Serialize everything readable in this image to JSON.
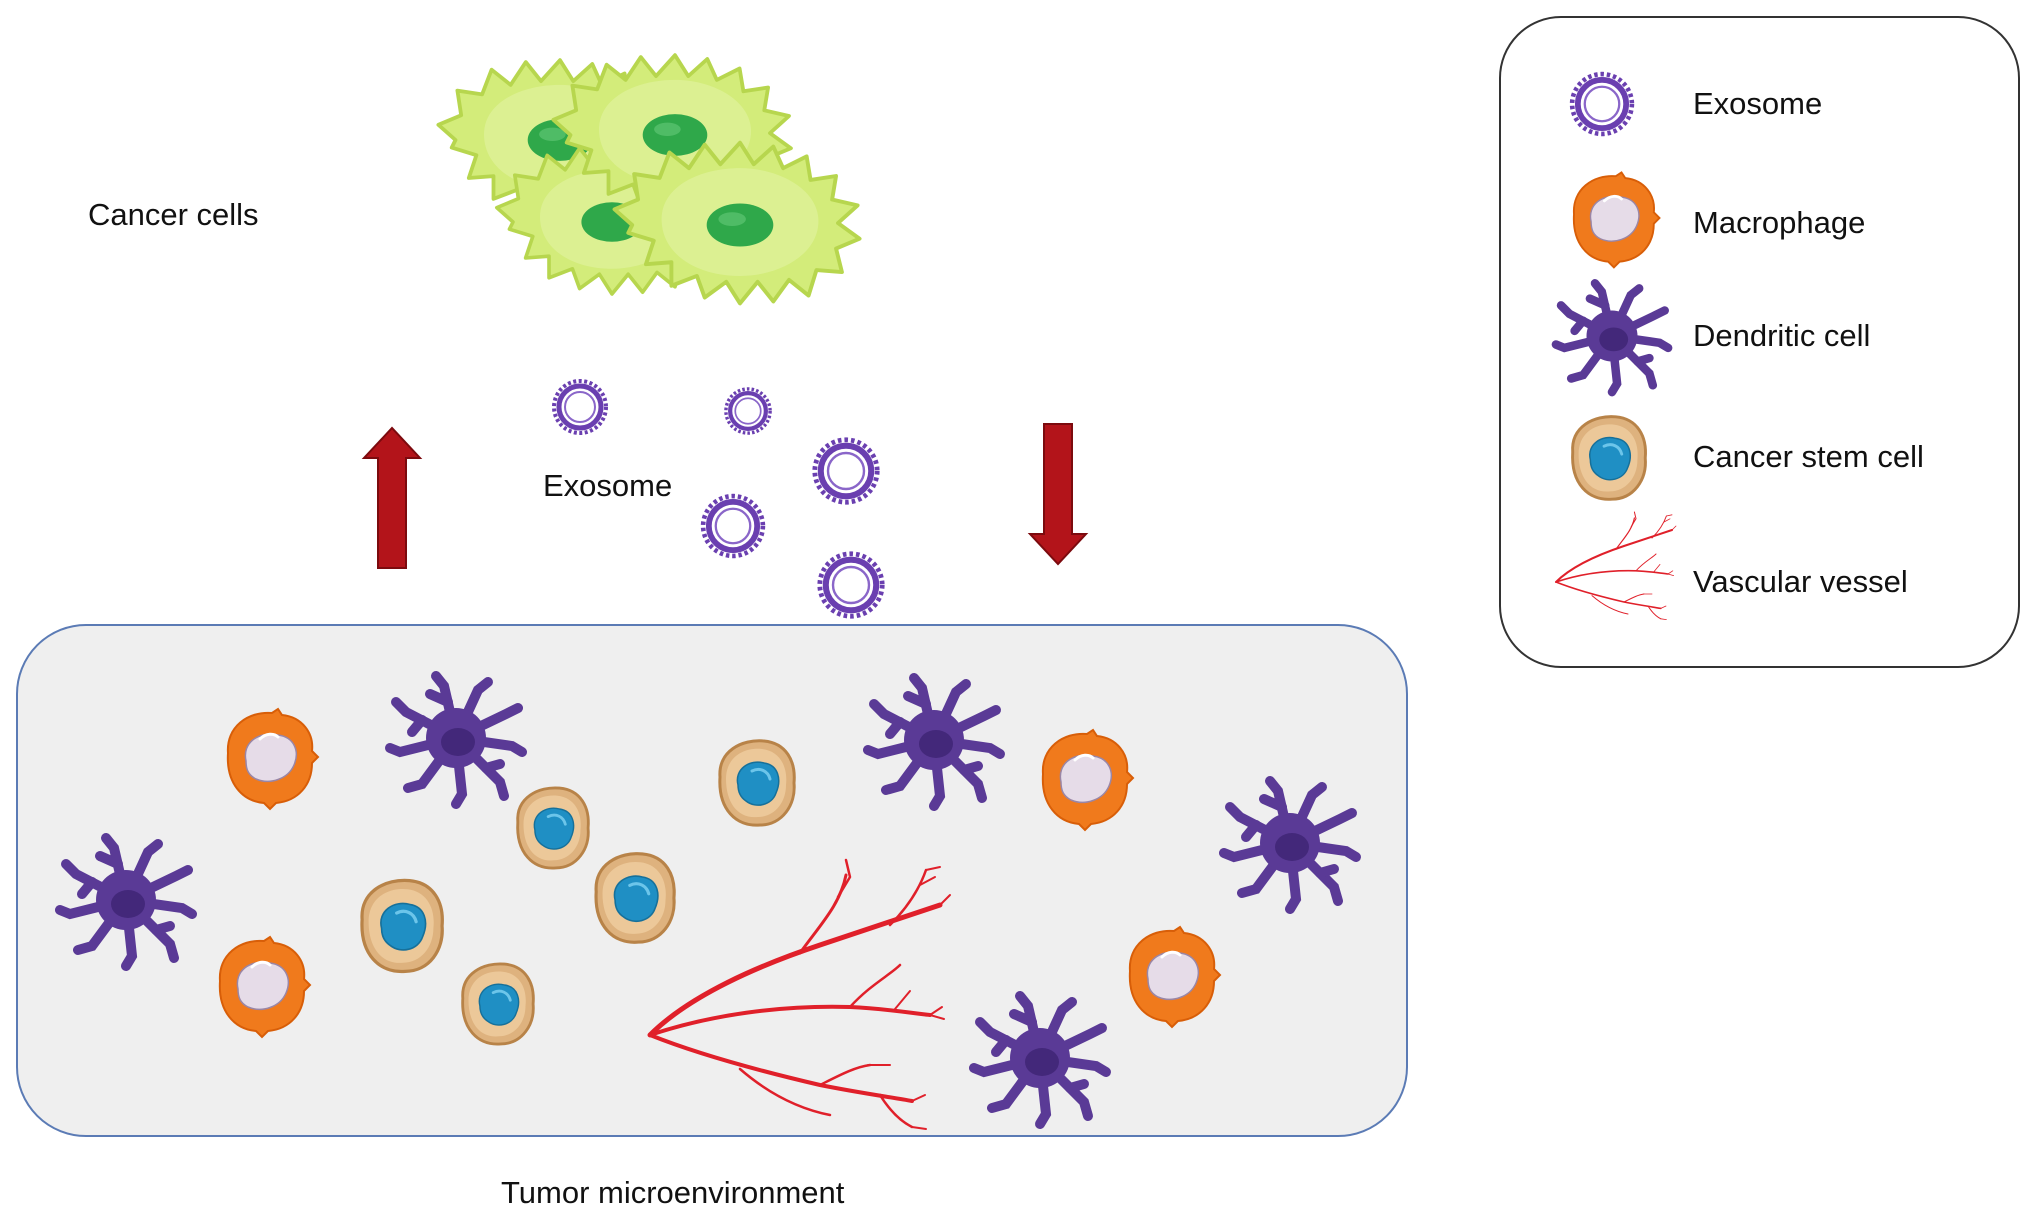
{
  "labels": {
    "cancer_cells": "Cancer cells",
    "exosome": "Exosome",
    "tumor_microenvironment": "Tumor microenvironment"
  },
  "legend": {
    "items": [
      {
        "icon": "exosome-icon",
        "label": "Exosome"
      },
      {
        "icon": "macrophage-icon",
        "label": "Macrophage"
      },
      {
        "icon": "dendritic-cell-icon",
        "label": "Dendritic cell"
      },
      {
        "icon": "cancer-stem-cell-icon",
        "label": "Cancer stem cell"
      },
      {
        "icon": "vascular-vessel-icon",
        "label": "Vascular vessel"
      }
    ]
  },
  "colors": {
    "cancer_cell_body": "#d3ec7a",
    "cancer_cell_nucleus": "#2fa84a",
    "exosome": "#6a3fb0",
    "macrophage": "#f07a1c",
    "macrophage_nucleus": "#e6dce8",
    "dendritic_cell": "#5a3a96",
    "stem_cell_body": "#deb27e",
    "stem_cell_nucleus": "#1f8fc4",
    "vessel": "#e0202a",
    "arrow": "#b3141a",
    "tme_fill": "#efefef",
    "tme_border": "#5b7bb5"
  }
}
